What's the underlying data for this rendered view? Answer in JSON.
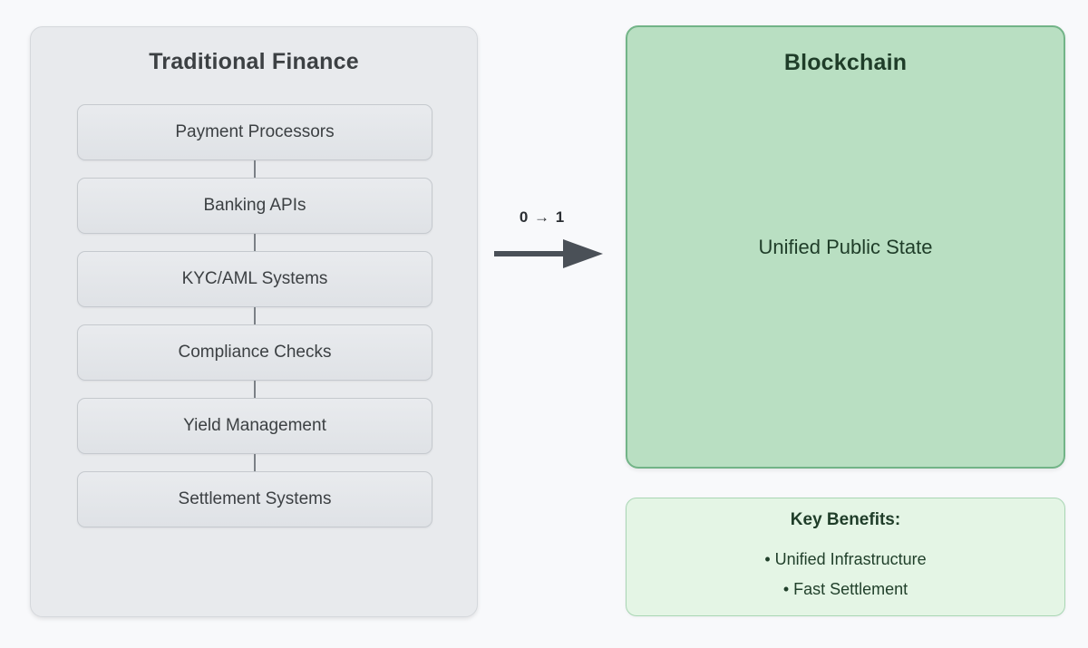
{
  "diagram": {
    "background_color": "#f8f9fb",
    "left_panel": {
      "title": "Traditional Finance",
      "fill_color": "#e8eaed",
      "border_color": "#d5d8dc",
      "items": [
        {
          "label": "Payment Processors"
        },
        {
          "label": "Banking APIs"
        },
        {
          "label": "KYC/AML Systems"
        },
        {
          "label": "Compliance Checks"
        },
        {
          "label": "Yield Management"
        },
        {
          "label": "Settlement Systems"
        }
      ]
    },
    "transition": {
      "label": "0 → 1",
      "arrow_color": "#4a5057"
    },
    "right_panel": {
      "title": "Blockchain",
      "state_label": "Unified Public State",
      "fill_color": "#b9dfc2",
      "border_color": "#72b487",
      "text_color": "#1f3d29"
    },
    "benefits": {
      "title": "Key Benefits:",
      "fill_color": "#e4f5e5",
      "border_color": "#a9d6b4",
      "items": [
        {
          "label": "• Unified Infrastructure"
        },
        {
          "label": "• Fast Settlement"
        }
      ]
    }
  }
}
